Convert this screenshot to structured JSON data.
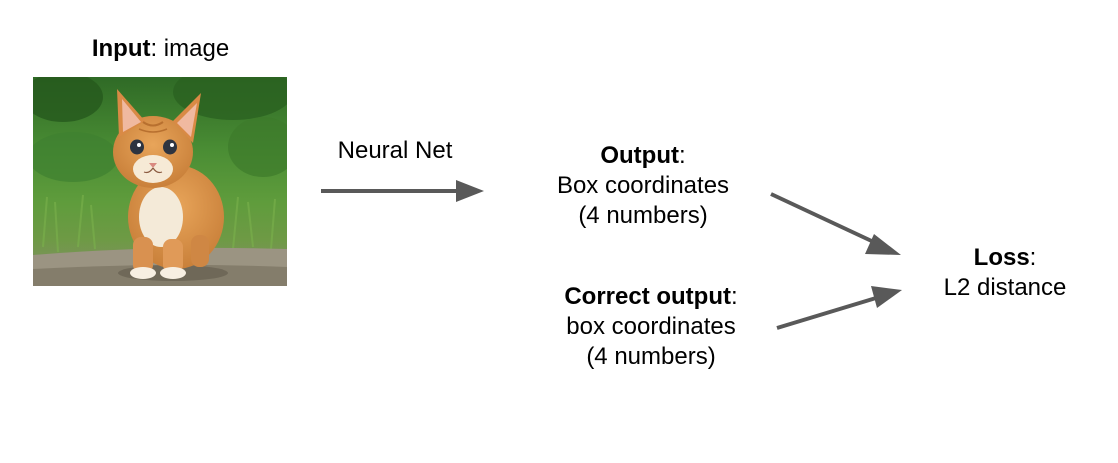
{
  "input": {
    "title_bold": "Input",
    "title_rest": ": image"
  },
  "neural_net": {
    "label": "Neural Net"
  },
  "output": {
    "title_bold": "Output",
    "title_rest": ":",
    "line1": "Box coordinates",
    "line2": "(4 numbers)"
  },
  "correct_output": {
    "title_bold": "Correct output",
    "title_rest": ":",
    "line1": "box coordinates",
    "line2": "(4 numbers)"
  },
  "loss": {
    "title_bold": "Loss",
    "title_rest": ":",
    "line1": "L2 distance"
  },
  "colors": {
    "arrow": "#595959",
    "text": "#000000"
  },
  "image": {
    "subject": "kitten-photo"
  }
}
